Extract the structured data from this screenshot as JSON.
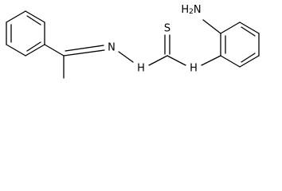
{
  "atom_labels": {
    "amine": "H2N",
    "hydrazone_n": "N",
    "hydrazine_nh": "H",
    "thione_s": "S",
    "amide_nh": "H"
  },
  "colors": {
    "bond": "#000000",
    "label": "#000000",
    "background": "#ffffff"
  }
}
